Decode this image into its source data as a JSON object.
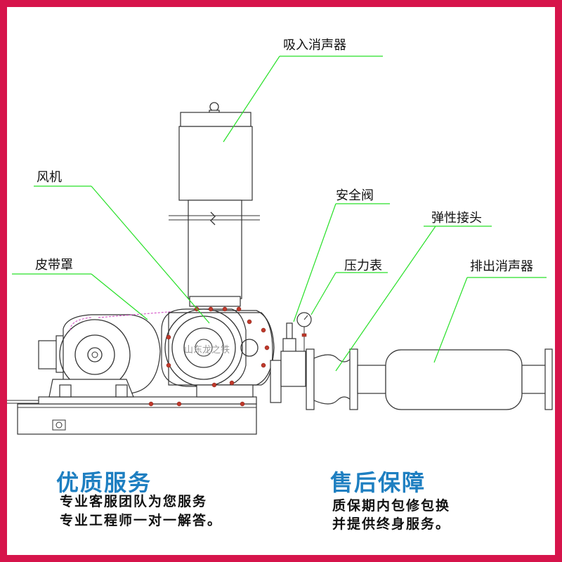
{
  "labels": {
    "inlet_silencer": "吸入消声器",
    "blower": "风机",
    "safety_valve": "安全阀",
    "flexible_joint": "弹性接头",
    "belt_guard": "皮带罩",
    "pressure_gauge": "压力表",
    "outlet_silencer": "排出消声器",
    "watermark": "山东龙之铁"
  },
  "footer": {
    "left_title": "优质服务",
    "left_line1": "专业客服团队为您服务",
    "left_line2": "专业工程师一对一解答。",
    "right_title": "售后保障",
    "right_line1": "质保期内包修包换",
    "right_line2": "并提供终身服务。"
  },
  "colors": {
    "frame": "#d6144b",
    "callout": "#27e027",
    "footer_title": "#1e7fc1",
    "bolt": "#c0392b"
  }
}
